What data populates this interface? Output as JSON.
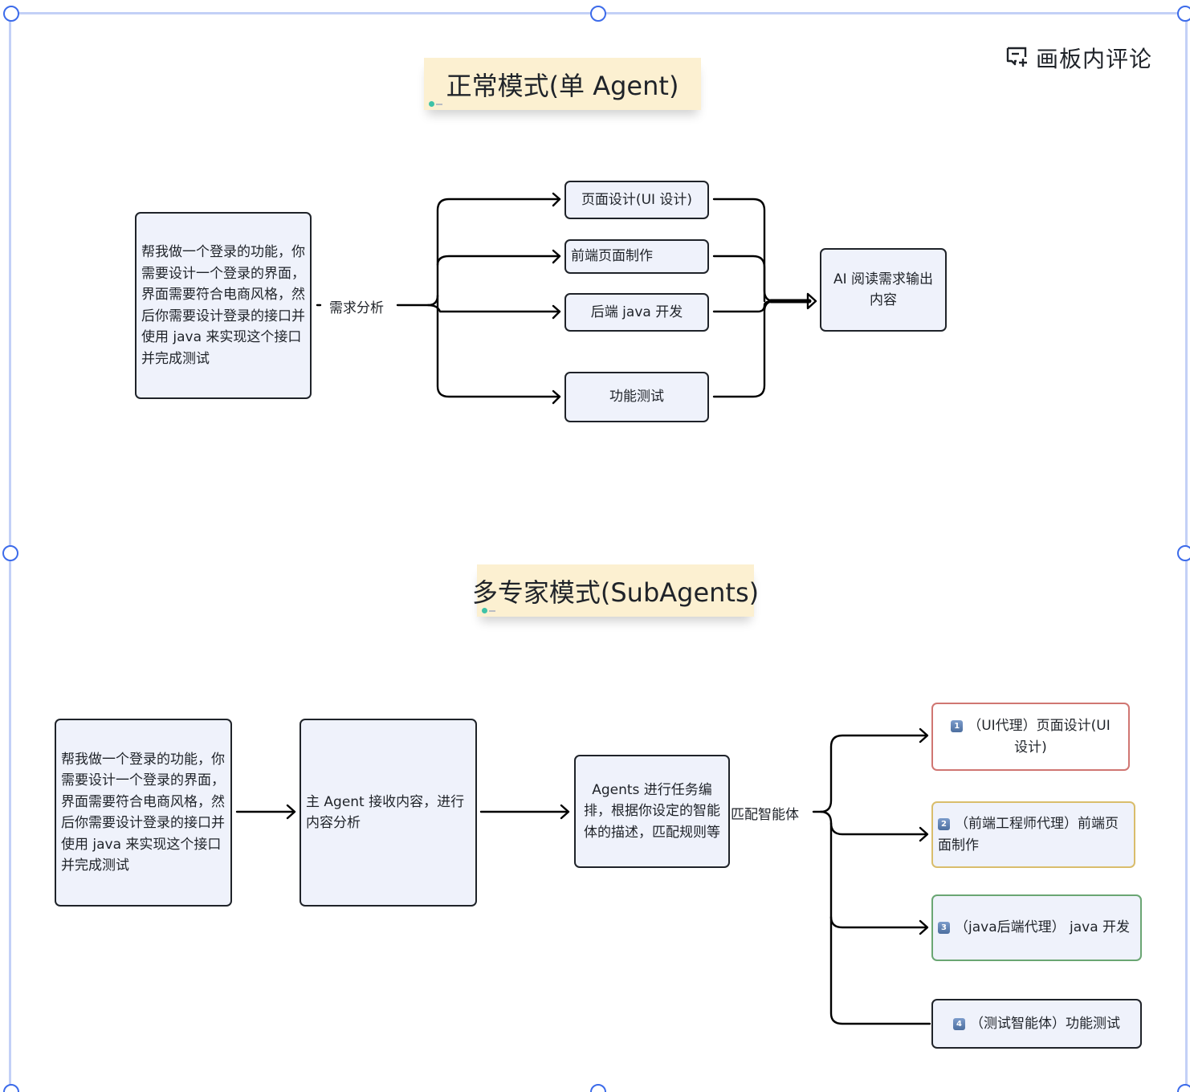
{
  "toolbar": {
    "comment_label": "画板内评论",
    "comment_icon": "comment-add-icon"
  },
  "colors": {
    "selection_frame": "#c3d0f7",
    "selection_handle": "#3c6bea",
    "title_card_bg": "#fcf0d1",
    "node_bg": "#eff2fb",
    "node_border": "#1f2329",
    "agent_ui_border": "#d07672",
    "agent_frontend_border": "#d9bd6c",
    "agent_backend_border": "#6aa673"
  },
  "section_single": {
    "title": "正常模式(单 Agent)",
    "request_node": "帮我做一个登录的功能，你需要设计一个登录的界面，界面需要符合电商风格，然后你需要设计登录的接口并使用 java 来实现这个接口并完成测试",
    "edge_label": "需求分析",
    "tasks": [
      "页面设计(UI 设计)",
      "前端页面制作",
      "后端 java 开发",
      "功能测试"
    ],
    "output_node": "AI 阅读需求输出内容"
  },
  "section_multi": {
    "title": "多专家模式(SubAgents)",
    "request_node": "帮我做一个登录的功能，你需要设计一个登录的界面，界面需要符合电商风格，然后你需要设计登录的接口并使用 java 来实现这个接口并完成测试",
    "main_agent_node": "主 Agent 接收内容，进行内容分析",
    "orchestrate_node": "Agents 进行任务编排，根据你设定的智能体的描述，匹配规则等",
    "edge_label": "匹配智能体",
    "agents": [
      {
        "num": "1",
        "text": "（UI代理）页面设计(UI 设计)",
        "border": "#d07672"
      },
      {
        "num": "2",
        "text": "（前端工程师代理）前端页面制作",
        "border": "#d9bd6c"
      },
      {
        "num": "3",
        "text": "（java后端代理） java 开发",
        "border": "#6aa673"
      },
      {
        "num": "4",
        "text": "（测试智能体）功能测试",
        "border": "#1f2329"
      }
    ]
  }
}
